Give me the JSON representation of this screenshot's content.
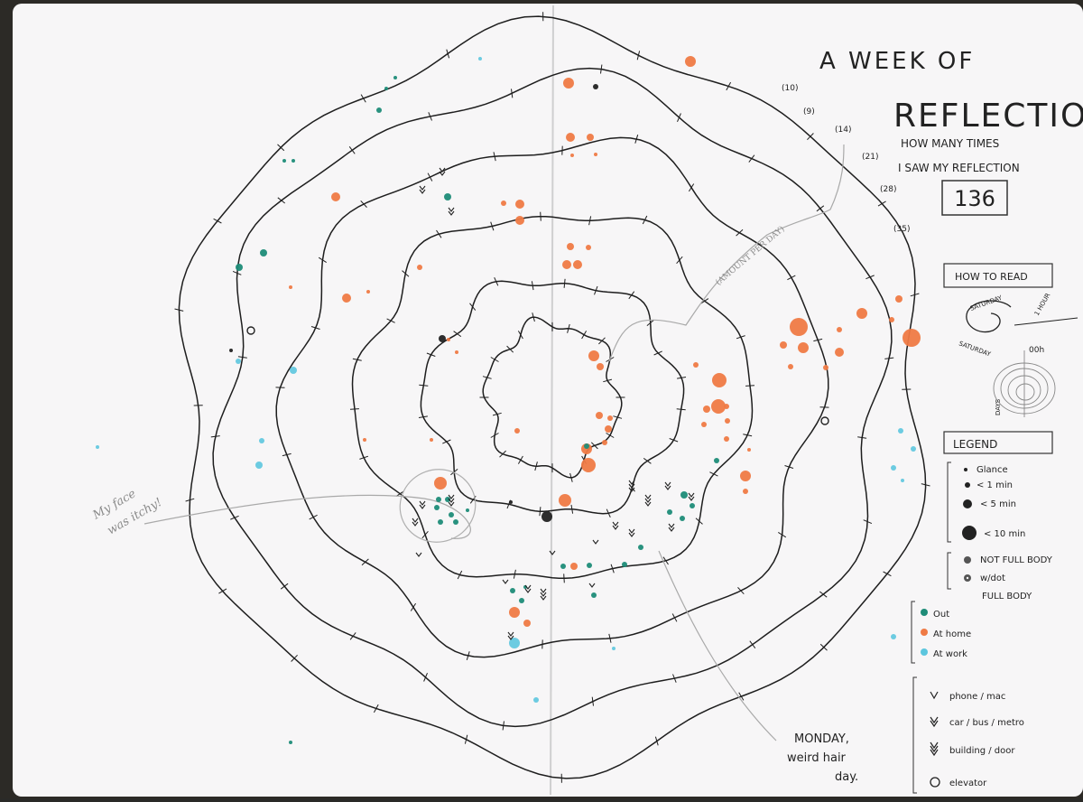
{
  "title": {
    "line1": "A WEEK OF",
    "line2": "REFLECTIONS",
    "sub1": "HOW MANY TIMES",
    "sub2": "I SAW MY REFLECTION",
    "total": "136"
  },
  "ring_counts": [
    "(10)",
    "(9)",
    "(14)",
    "(21)",
    "(28)",
    "(35)"
  ],
  "annotation_amount": "(AMOUNT PER DAY)",
  "notes": {
    "face": [
      "My face",
      "was itchy!"
    ],
    "monday": [
      "MONDAY,",
      "weird hair",
      "day."
    ]
  },
  "how_to_read": {
    "title": "HOW TO READ",
    "label_saturday_top": "SATURDAY",
    "label_saturday_bottom": "SATURDAY",
    "label_hour": "1 HOUR",
    "label_00h": "00h",
    "label_days": "DAYS"
  },
  "legend": {
    "title": "LEGEND",
    "sizes": [
      "Glance",
      "< 1 min",
      "< 5 min",
      "< 10 min"
    ],
    "body": [
      "NOT FULL BODY",
      "w/dot",
      "FULL BODY"
    ],
    "places": [
      "Out",
      "At home",
      "At work"
    ],
    "mirrors": [
      "phone / mac",
      "car / bus / metro",
      "building / door",
      "elevator"
    ]
  },
  "colors": {
    "paper": "#f7f6f7",
    "ink": "#1e1e1e",
    "out": "#1e8c78",
    "home": "#ef7a45",
    "work": "#5cc6de",
    "pencil": "#9a9a9a"
  }
}
